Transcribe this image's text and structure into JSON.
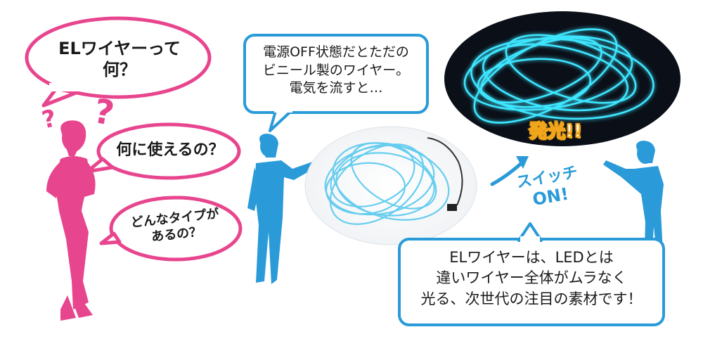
{
  "pink_bubbles": [
    {
      "line1": "ELワイヤーって",
      "line2": "何？"
    },
    {
      "line1": "何に使えるの？",
      "line2": ""
    },
    {
      "line1": "どんなタイプが",
      "line2": "あるの？"
    }
  ],
  "question_marks": [
    "?",
    "?"
  ],
  "speech_off": {
    "line1": "電源OFF状態だとただの",
    "line2": "ビニール製のワイヤー。",
    "line3": "電気を流すと…"
  },
  "switch_label": {
    "line1": "スイッチ",
    "line2": "ON!"
  },
  "glow_label": "発光!!",
  "speech_info": {
    "line1": "ELワイヤーは、LEDとは",
    "line2": "違いワイヤー全体がムラなく",
    "line3": "光る、次世代の注目の素材です！"
  },
  "colors": {
    "pink": "#e8458f",
    "blue": "#2a9bd8",
    "wire": "#57c9ee",
    "glow": "#3ee6ff",
    "dark": "#0a0f18",
    "accent": "#f0a51a"
  }
}
